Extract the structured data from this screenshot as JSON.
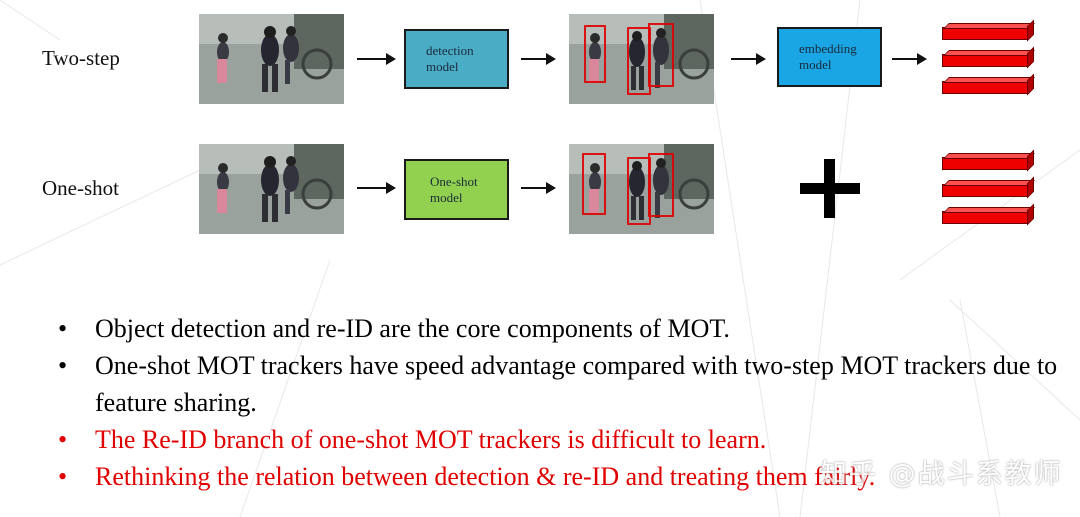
{
  "rows": {
    "two_step": {
      "label": "Two-step",
      "detection_model": "detection\nmodel",
      "embedding_model": "embedding\nmodel"
    },
    "one_shot": {
      "label": "One-shot",
      "model": "One-shot\nmodel"
    }
  },
  "bullets": [
    {
      "text": "Object detection and re-ID are the core components of MOT.",
      "color": "#000000"
    },
    {
      "text": "One-shot MOT trackers have speed advantage compared with two-step MOT trackers due to feature sharing.",
      "color": "#000000"
    },
    {
      "text": "The Re-ID branch of one-shot MOT trackers is difficult to learn.",
      "color": "#e00000"
    },
    {
      "text": "Rethinking the relation between detection & re-ID and treating them fairly.",
      "color": "#e00000"
    }
  ],
  "bullet_symbol": "•",
  "watermark": "知乎 @战斗系教师",
  "colors": {
    "detection_box": "#4bacc6",
    "embedding_box": "#1aa6e4",
    "oneshot_box": "#92d050",
    "feature_bar": "#ee0000",
    "highlight_text": "#e00000"
  }
}
